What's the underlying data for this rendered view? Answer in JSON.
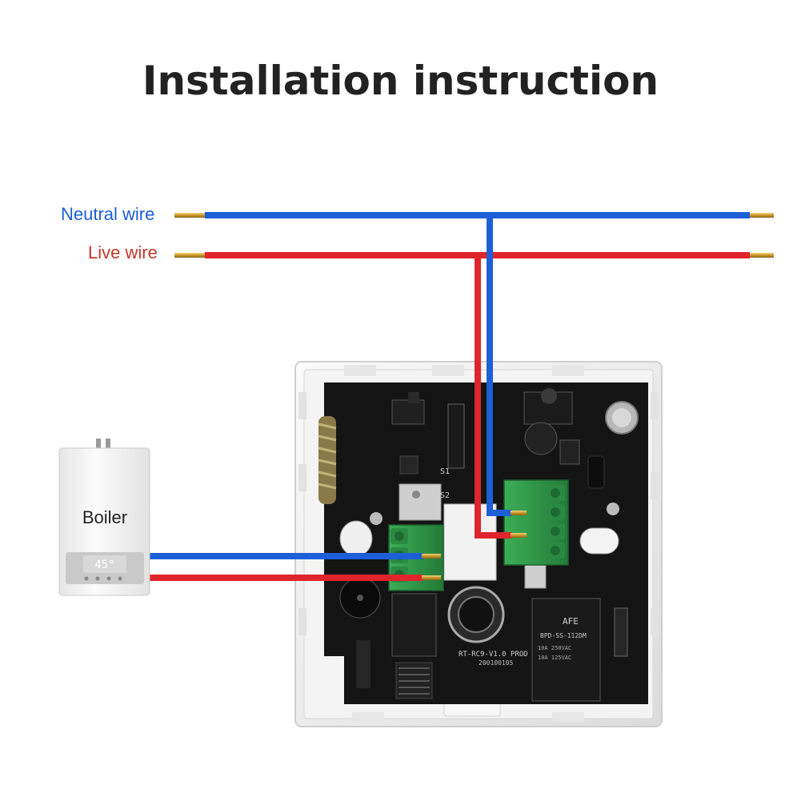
{
  "title": "Installation instruction",
  "wires": {
    "neutral": {
      "label": "Neutral wire",
      "color": "#1d5fd6"
    },
    "live": {
      "label": "Live wire",
      "color": "#e0242c"
    }
  },
  "boiler": {
    "label": "Boiler",
    "display_value": "45°"
  },
  "board": {
    "model_text": "RT-RC9-V1.0 PROD",
    "date_code": "200100105",
    "relay_brand": "AFE",
    "relay_model": "BPD-SS-112DM",
    "relay_rating_1": "10A 250VAC",
    "relay_rating_2": "10A 125VAC",
    "silk_s1": "S1",
    "silk_s2": "S2"
  },
  "colors": {
    "terminal_green": "#2f9a4a",
    "pcb_black": "#141414",
    "housing_white": "#efefef",
    "brass": "#d4a634"
  }
}
